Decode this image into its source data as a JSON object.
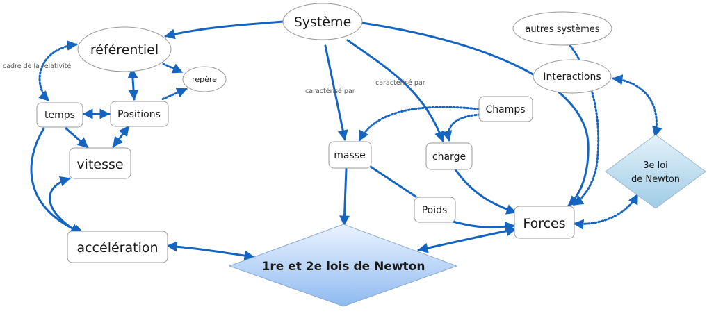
{
  "colors": {
    "arrow": "#1565c0",
    "node_border": "#9a9a9a",
    "node_fill": "#ffffff",
    "law_main_fill_top": "#eaf3ff",
    "law_main_fill_bottom": "#8fbaf0",
    "law_side_fill_top": "#e4f2fa",
    "law_side_fill_bottom": "#9fcce6"
  },
  "nodes": {
    "systeme": "Système",
    "referentiel": "référentiel",
    "repere": "repère",
    "temps": "temps",
    "positions": "Positions",
    "vitesse": "vitesse",
    "acceleration": "accélération",
    "masse": "masse",
    "charge": "charge",
    "champs": "Champs",
    "poids": "Poids",
    "forces": "Forces",
    "autres_systemes": "autres systèmes",
    "interactions": "Interactions",
    "loi3_line1": "3e loi",
    "loi3_line2": "de Newton",
    "lois12": "1re et 2e lois de Newton"
  },
  "link_labels": {
    "relativite": "cadre de la relativité",
    "caracterise_masse": "caractérisé par",
    "caracterise_charge": "caractérisé par"
  }
}
